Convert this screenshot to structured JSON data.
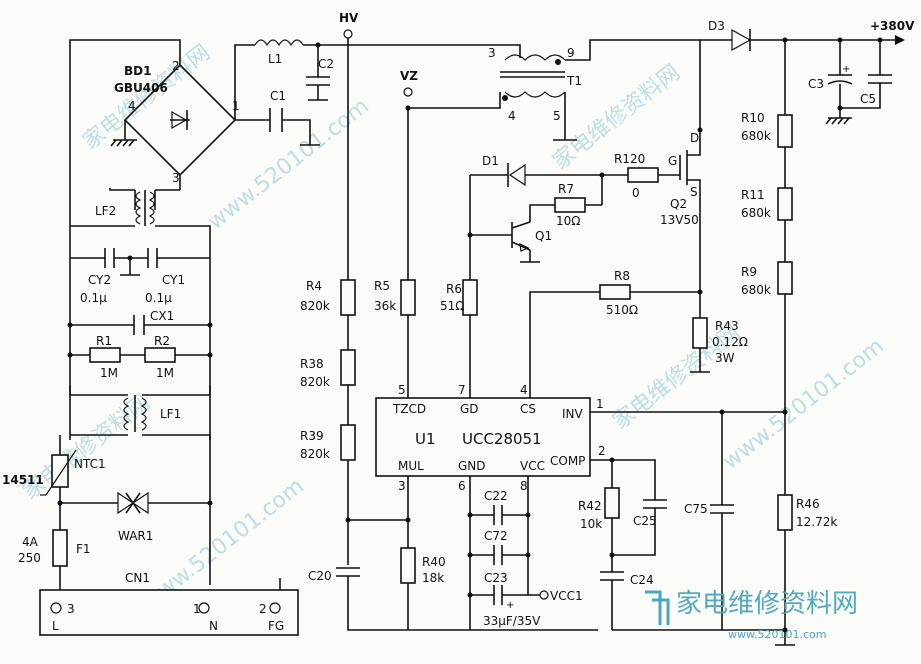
{
  "nodes": {
    "hv": "HV",
    "vz": "VZ",
    "out": "+380V",
    "vcc1": "VCC1"
  },
  "components": {
    "bd1_ref": "BD1",
    "bd1_val": "GBU406",
    "bd1_pin1": "1",
    "bd1_pin2": "2",
    "bd1_pin3": "3",
    "bd1_pin4": "4",
    "l1": "L1",
    "c1": "C1",
    "c2": "C2",
    "lf2": "LF2",
    "lf1": "LF1",
    "cy2": "CY2",
    "cy2_val": "0.1μ",
    "cy1": "CY1",
    "cy1_val": "0.1μ",
    "cx1": "CX1",
    "r1": "R1",
    "r1_val": "1M",
    "r2": "R2",
    "r2_val": "1M",
    "ntc1": "NTC1",
    "ntc1_val": "14511",
    "war1": "WAR1",
    "f1": "F1",
    "f1_val": "4A",
    "f1_val2": "250",
    "cn1": "CN1",
    "cn1_pin3": "3",
    "cn1_pin1": "1",
    "cn1_pin2": "2",
    "cn1_l": "L",
    "cn1_n": "N",
    "cn1_fg": "FG",
    "t1": "T1",
    "t1_pin3": "3",
    "t1_pin9": "9",
    "t1_pin4": "4",
    "t1_pin5": "5",
    "d1": "D1",
    "d3": "D3",
    "r120": "R120",
    "r120_val": "0",
    "r7": "R7",
    "r7_val": "10Ω",
    "q1": "Q1",
    "q2": "Q2",
    "q2_val": "13V50",
    "q2_g": "G",
    "q2_d": "D",
    "q2_s": "S",
    "r8": "R8",
    "r8_val": "510Ω",
    "r43": "R43",
    "r43_val": "0.12Ω",
    "r43_val2": "3W",
    "r4": "R4",
    "r4_val": "820k",
    "r38": "R38",
    "r38_val": "820k",
    "r39": "R39",
    "r39_val": "820k",
    "r5": "R5",
    "r5_val": "36k",
    "r6": "R6",
    "r6_val": "51Ω",
    "r40": "R40",
    "r40_val": "18k",
    "c20": "C20",
    "c22": "C22",
    "c72": "C72",
    "c23": "C23",
    "c23_val": "33μF/35V",
    "r42": "R42",
    "r42_val": "10k",
    "c25": "C25",
    "c24": "C24",
    "c75": "C75",
    "r46": "R46",
    "r46_val": "12.72k",
    "r10": "R10",
    "r10_val": "680k",
    "r11": "R11",
    "r11_val": "680k",
    "r9": "R9",
    "r9_val": "680k",
    "c3": "C3",
    "c5": "C5"
  },
  "ic": {
    "ref": "U1",
    "part": "UCC28051",
    "pin_tzcd": "TZCD",
    "pin_gd": "GD",
    "pin_cs": "CS",
    "pin_inv": "INV",
    "pin_comp": "COMP",
    "pin_mul": "MUL",
    "pin_gnd": "GND",
    "pin_vcc": "VCC",
    "n5": "5",
    "n7": "7",
    "n4": "4",
    "n1": "1",
    "n2": "2",
    "n3": "3",
    "n6": "6",
    "n8": "8"
  },
  "watermark": {
    "text1": "家电维修资料网",
    "text2": "www.520101.com",
    "logo": "家电维修资料网",
    "site": "www.520101.com"
  }
}
